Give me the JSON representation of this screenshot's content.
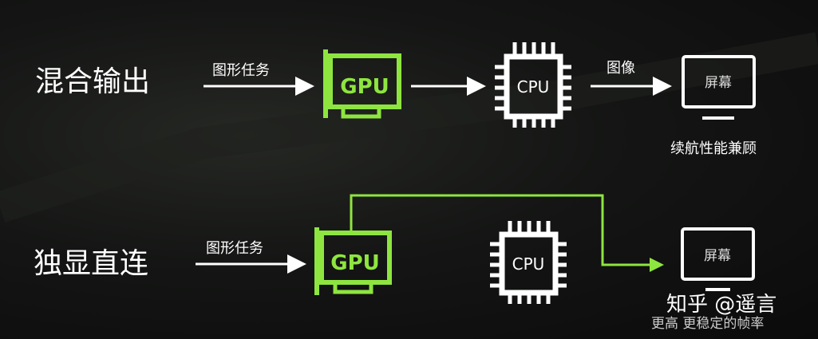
{
  "colors": {
    "accent_green": "#8ee53f",
    "foreground": "#ffffff",
    "background": "#111211"
  },
  "rows": [
    {
      "title": "混合输出",
      "task_label": "图形任务",
      "gpu_label": "GPU",
      "cpu_label": "CPU",
      "image_label": "图像",
      "screen_label": "屏幕",
      "caption": "续航性能兼顾"
    },
    {
      "title": "独显直连",
      "task_label": "图形任务",
      "gpu_label": "GPU",
      "cpu_label": "CPU",
      "screen_label": "屏幕",
      "caption": "更高 更稳定的帧率"
    }
  ],
  "watermark": "知乎 @遥言"
}
